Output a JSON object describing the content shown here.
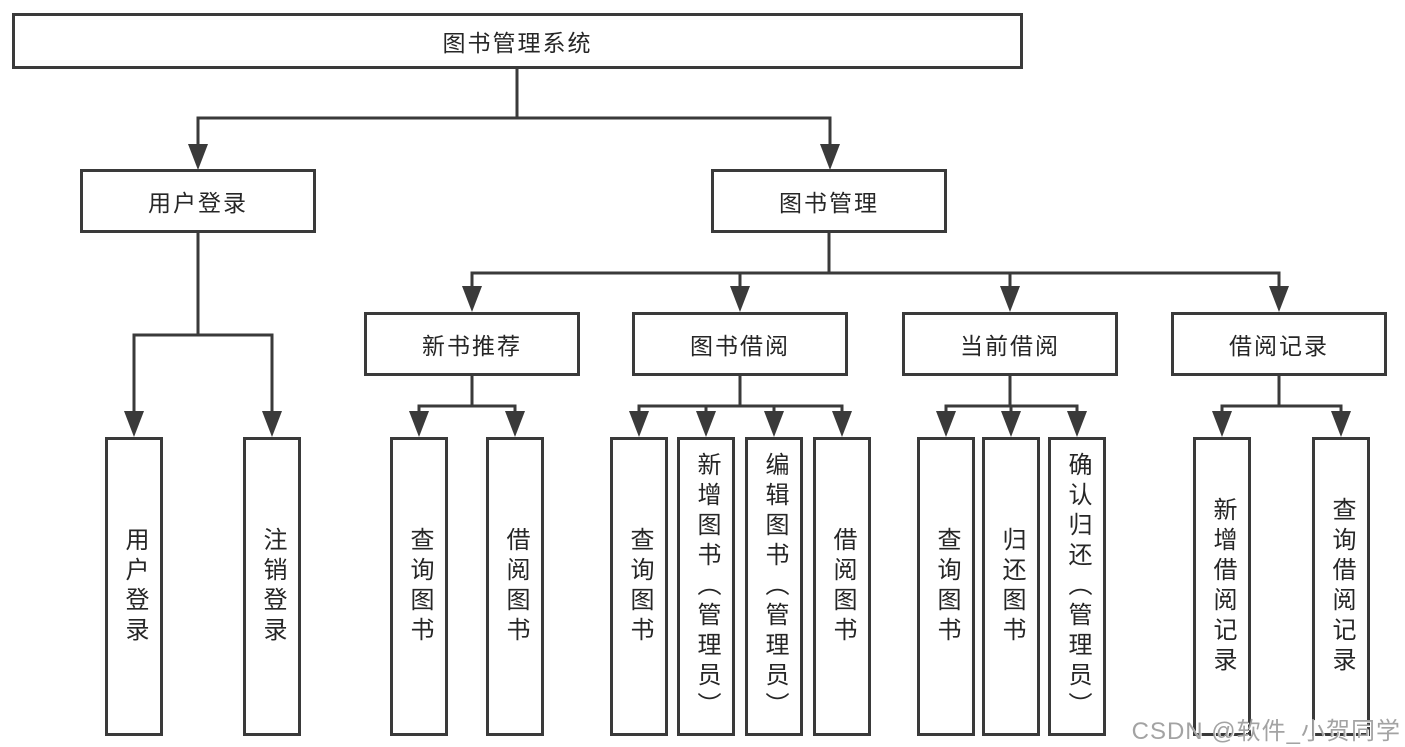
{
  "tree": {
    "label": "图书管理系统",
    "children": [
      {
        "label": "用户登录",
        "children": [
          {
            "label": "用户登录"
          },
          {
            "label": "注销登录"
          }
        ]
      },
      {
        "label": "图书管理",
        "children": [
          {
            "label": "新书推荐",
            "children": [
              {
                "label": "查询图书"
              },
              {
                "label": "借阅图书"
              }
            ]
          },
          {
            "label": "图书借阅",
            "children": [
              {
                "label": "查询图书"
              },
              {
                "label": "新增图书（管理员）"
              },
              {
                "label": "编辑图书（管理员）"
              },
              {
                "label": "借阅图书"
              }
            ]
          },
          {
            "label": "当前借阅",
            "children": [
              {
                "label": "查询图书"
              },
              {
                "label": "归还图书"
              },
              {
                "label": "确认归还（管理员）"
              }
            ]
          },
          {
            "label": "借阅记录",
            "children": [
              {
                "label": "新增借阅记录"
              },
              {
                "label": "查询借阅记录"
              }
            ]
          }
        ]
      }
    ]
  },
  "watermark": {
    "text": "CSDN @软件_小贺同学"
  },
  "colors": {
    "line": "#3a3a3a",
    "box_border": "#3a3a3a",
    "text": "#262626",
    "watermark": "#a3a3a3",
    "background": "#ffffff"
  }
}
